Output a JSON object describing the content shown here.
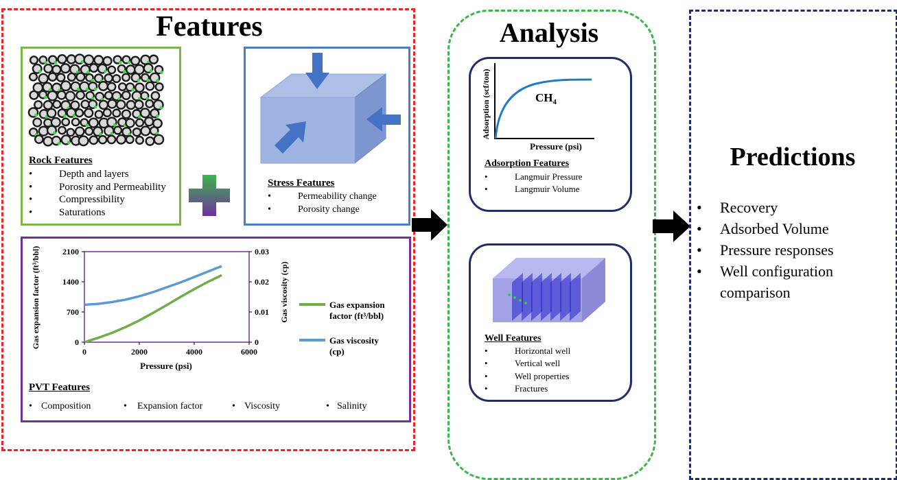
{
  "features": {
    "title": "Features",
    "rock": {
      "heading": "Rock Features",
      "items": [
        "Depth and layers",
        "Porosity and Permeability",
        "Compressibility",
        "Saturations"
      ]
    },
    "stress": {
      "heading": "Stress Features",
      "items": [
        "Permeability change",
        "Porosity change"
      ]
    },
    "pvt": {
      "heading": "PVT Features",
      "items": [
        "Composition",
        "Expansion factor",
        "Viscosity",
        "Salinity"
      ]
    }
  },
  "analysis": {
    "title": "Analysis",
    "adsorption": {
      "heading": "Adsorption Features",
      "items": [
        "Langmuir Pressure",
        "Langmuir Volume"
      ],
      "xlabel": "Pressure (psi)",
      "ylabel": "Adsorption (scf/ton)",
      "curve_label": "CH",
      "curve_label_sub": "4"
    },
    "well": {
      "heading": "Well Features",
      "items": [
        "Horizontal well",
        "Vertical well",
        "Well properties",
        "Fractures"
      ]
    }
  },
  "predictions": {
    "title": "Predictions",
    "items": [
      "Recovery",
      "Adsorbed Volume",
      "Pressure responses",
      "Well configuration comparison"
    ]
  },
  "colors": {
    "features_border": "#e8262a",
    "analysis_border": "#3cb54a",
    "predictions_border": "#1f2d6b",
    "rock_box": "#7ab648",
    "stress_box": "#4a7cc7",
    "pvt_box": "#7030a0",
    "gas_expansion": "#70ad47",
    "gas_viscosity": "#5b9bd5"
  },
  "chart_data": {
    "type": "line",
    "xlabel": "Pressure (psi)",
    "ylabel": "Gas expansion factor (ft³/bbl)",
    "y2label": "Gas viscosity (cp)",
    "xlim": [
      0,
      6000
    ],
    "ylim": [
      0,
      2100
    ],
    "y2lim": [
      0,
      0.03
    ],
    "xticks": [
      "0",
      "2000",
      "4000",
      "6000"
    ],
    "yticks": [
      "0",
      "700",
      "1400",
      "2100"
    ],
    "y2ticks": [
      "0",
      "0.01",
      "0.02",
      "0.03"
    ],
    "legend_position": "right",
    "series": [
      {
        "name": "Gas expansion factor (ft³/bbl)",
        "axis": "left",
        "x": [
          0,
          500,
          1000,
          1500,
          2000,
          2500,
          3000,
          3500,
          4000,
          4500,
          5000
        ],
        "values": [
          0,
          100,
          215,
          350,
          505,
          680,
          860,
          1050,
          1230,
          1400,
          1555
        ]
      },
      {
        "name": "Gas viscosity (cp)",
        "axis": "right",
        "x": [
          0,
          500,
          1000,
          1500,
          2000,
          2500,
          3000,
          3500,
          4000,
          4500,
          5000
        ],
        "values": [
          0.0124,
          0.0127,
          0.0133,
          0.0141,
          0.0152,
          0.0166,
          0.0182,
          0.0198,
          0.0216,
          0.0234,
          0.0252
        ]
      }
    ]
  }
}
